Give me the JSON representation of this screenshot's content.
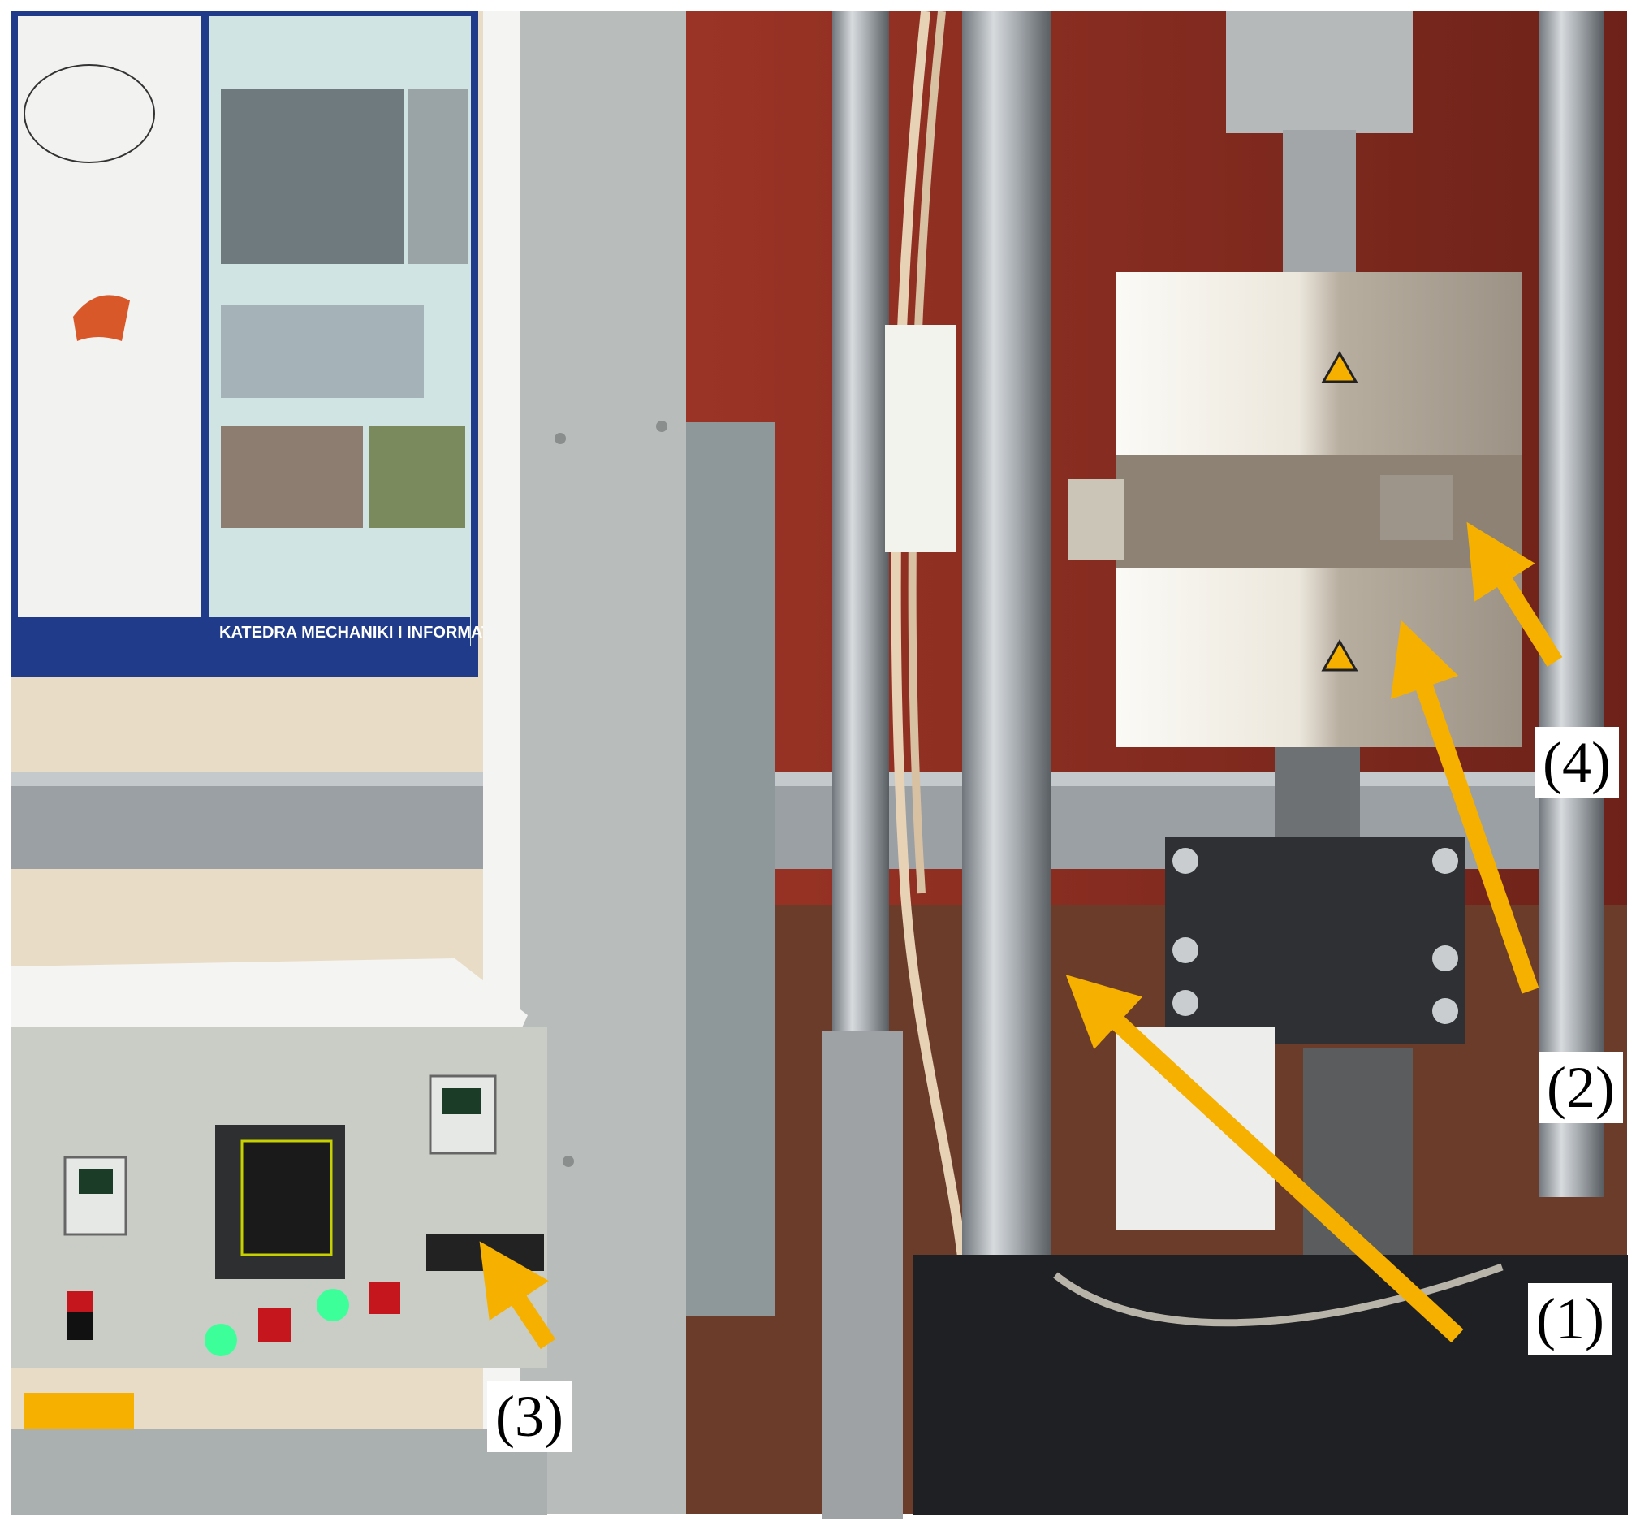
{
  "labels": {
    "one": "(1)",
    "two": "(2)",
    "three": "(3)",
    "four": "(4)"
  },
  "poster": {
    "caption": "KATEDRA MECHANIKI I INFORMAT"
  },
  "colors": {
    "arrow": "#F5B000",
    "background_wall": "#8E2E22",
    "furnace": "#B8AEA0",
    "column": "#A6ACB2",
    "controller_panel": "#C9CDC6",
    "led_green": "#3DFF9A",
    "led_red": "#C4161C"
  }
}
